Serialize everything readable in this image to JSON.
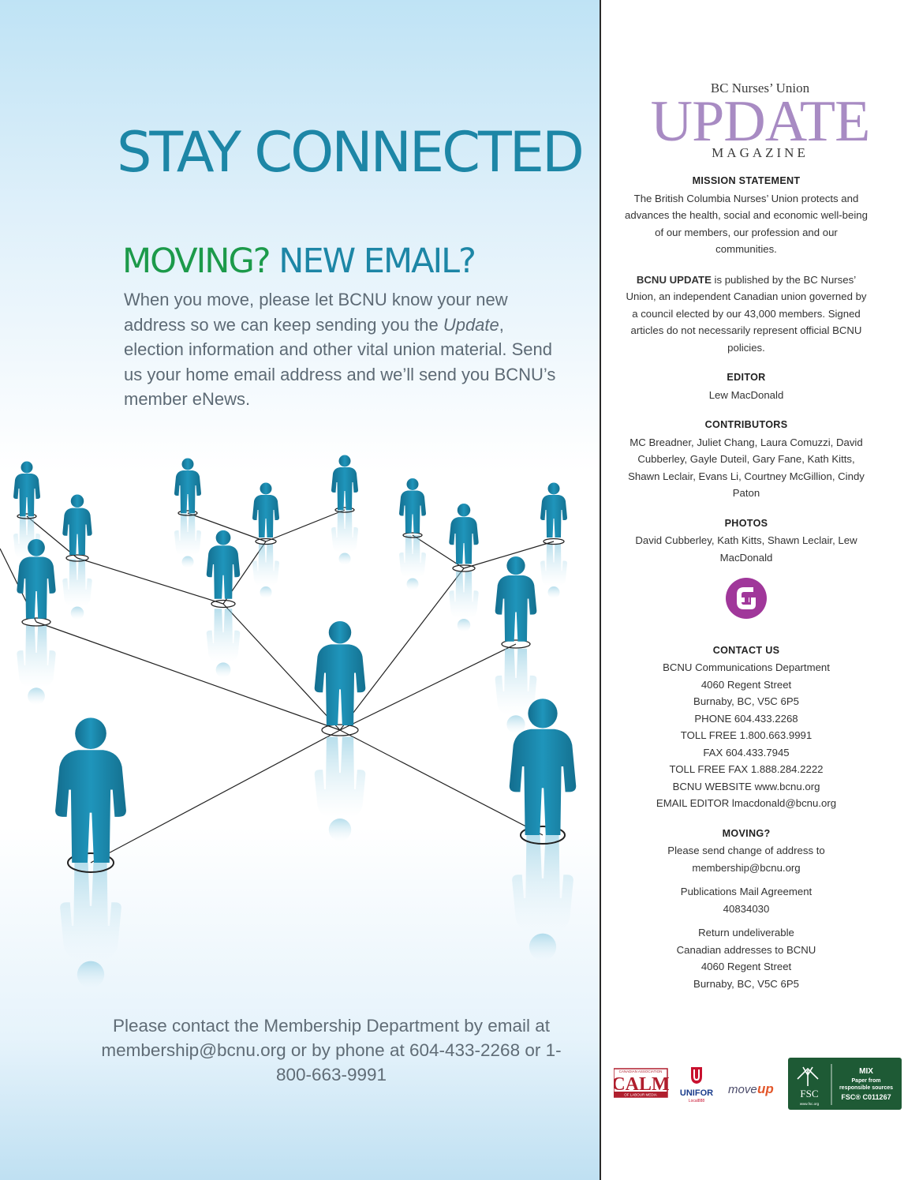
{
  "left": {
    "headline": "STAY CONNECTED",
    "subhead_green": "MOVING?",
    "subhead_blue": " NEW EMAIL?",
    "intro_1": "When you move, please let BCNU know your new address so we can keep sending you the ",
    "intro_italic": "Update",
    "intro_2": ", election information and other vital union material. Send us your home email address and we’ll send you BCNU’s member eNews.",
    "footer": "Please contact the Membership Department by email at membership@bcnu.org or by phone at 604-433-2268 or 1-800-663-9991"
  },
  "masthead": {
    "top": "BC Nurses’ Union",
    "title": "UPDATE",
    "bottom": "MAGAZINE"
  },
  "mission": {
    "heading": "MISSION STATEMENT",
    "text": "The British Columbia Nurses’ Union protects and advances the health, social and economic well-being of our members, our profession and our communities."
  },
  "publisher": {
    "lead": "BCNU UPDATE",
    "text": " is published by the BC Nurses’ Union, an independent Canadian union governed by a council elected by our 43,000 members. Signed articles do not necessarily represent official BCNU policies."
  },
  "editor": {
    "heading": "EDITOR",
    "name": "Lew MacDonald"
  },
  "contributors": {
    "heading": "CONTRIBUTORS",
    "names": "MC Breadner, Juliet Chang, Laura Comuzzi, David Cubberley, Gayle Duteil, Gary Fane, Kath Kitts, Shawn Leclair, Evans Li, Courtney McGillion, Cindy Paton"
  },
  "photos": {
    "heading": "PHOTOS",
    "names": "David Cubberley, Kath Kitts, Shawn Leclair, Lew MacDonald"
  },
  "contact": {
    "heading": "CONTACT US",
    "lines": [
      "BCNU Communications Department",
      "4060 Regent Street",
      "Burnaby, BC, V5C 6P5",
      "PHONE 604.433.2268",
      "TOLL FREE 1.800.663.9991",
      "FAX 604.433.7945",
      "TOLL FREE FAX 1.888.284.2222",
      "BCNU WEBSITE www.bcnu.org",
      "EMAIL EDITOR lmacdonald@bcnu.org"
    ]
  },
  "moving": {
    "heading": "MOVING?",
    "lines": [
      "Please send change of address to",
      "membership@bcnu.org"
    ]
  },
  "publications": {
    "lines": [
      "Publications Mail Agreement",
      "40834030"
    ]
  },
  "return": {
    "lines": [
      "Return undeliverable",
      "Canadian addresses to BCNU",
      "4060 Regent Street",
      "Burnaby, BC, V5C 6P5"
    ]
  },
  "logos": {
    "calm_small": "CANADIAN ASSOCIATION",
    "calm": "CALM",
    "calm_sub": "OF LABOUR MEDIA",
    "unifor": "UNIFOR",
    "unifor_sub": "Local888",
    "moveup_1": "move",
    "moveup_2": "up",
    "fsc": "FSC",
    "fsc_url": "www.fsc.org",
    "fsc_mix": "MIX",
    "fsc_paper_1": "Paper from",
    "fsc_paper_2": "responsible sources",
    "fsc_code": "FSC® C011267"
  },
  "colors": {
    "headline_blue": "#1d86a6",
    "headline_green": "#1c9a4a",
    "masthead_purple": "#a88bc3",
    "bcnu_logo_magenta": "#a0379a",
    "figure_blue": "#1a84a8",
    "fsc_green": "#1e5a35"
  }
}
